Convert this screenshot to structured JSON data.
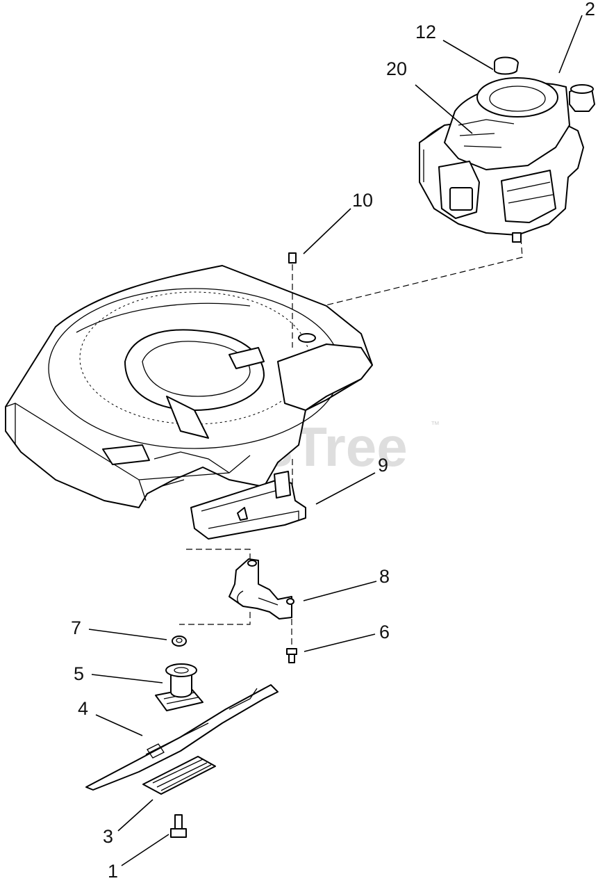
{
  "watermark": {
    "text": "PartsTree",
    "trademark": "™"
  },
  "callouts": [
    "1",
    "2",
    "3",
    "4",
    "5",
    "6",
    "7",
    "8",
    "9",
    "10",
    "12",
    "20"
  ]
}
